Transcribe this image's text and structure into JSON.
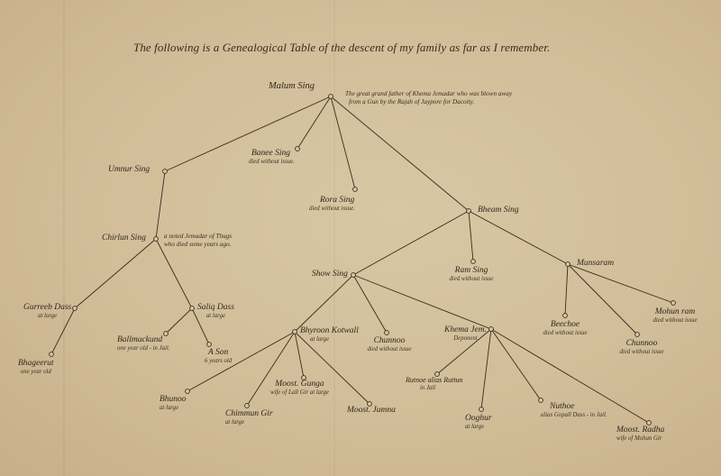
{
  "document": {
    "title": "The following is a Genealogical Table of the descent of my family as far as I remember.",
    "root_note": {
      "line1": "The great grand father of Khema Jemadar who was blown away",
      "line2": "from a Gun by the Rajah of Jaypore for Dacoity."
    },
    "colors": {
      "paper": "#d4c19c",
      "ink": "#3a2c1e"
    }
  },
  "people": {
    "malum": {
      "name": "Malum Sing",
      "note": ""
    },
    "banee": {
      "name": "Banee Sing",
      "note": "died without issue."
    },
    "umnur": {
      "name": "Umnur Sing",
      "note": ""
    },
    "rora": {
      "name": "Rora Sing",
      "note": "died without issue."
    },
    "bheam": {
      "name": "Bheam Sing",
      "note": ""
    },
    "chirlun": {
      "name": "Chirlun Sing",
      "note1": "a noted Jemadar of Thugs",
      "note2": "who died some years ago."
    },
    "ram": {
      "name": "Ram Sing",
      "note": "died without issue"
    },
    "show": {
      "name": "Show Sing",
      "note": ""
    },
    "munsaram": {
      "name": "Munsaram",
      "note": ""
    },
    "gurreeb": {
      "name": "Gurreeb Dass",
      "note": "at large"
    },
    "saliq": {
      "name": "Saliq Dass",
      "note": "at large"
    },
    "beechoe": {
      "name": "Beechoe",
      "note": "died without issue"
    },
    "mohun": {
      "name": "Mohun ram",
      "note": "died without issue"
    },
    "bhyroon": {
      "name": "Bhyroon Kotwall",
      "note": "at large"
    },
    "chunnoo1": {
      "name": "Chunnoo",
      "note": "died without issue"
    },
    "khema": {
      "name": "Khema Jem.",
      "note": "Deponent"
    },
    "chunnoo2": {
      "name": "Chunnoo",
      "note": "died without issue"
    },
    "ballmuckund": {
      "name": "Ballmuckund",
      "note": "one year old - in Jail."
    },
    "ason": {
      "name": "A Son",
      "note": "6 years old"
    },
    "bhageerut": {
      "name": "Bhageerut",
      "note": "one year old"
    },
    "rutnoe": {
      "name": "Rutnoe alias Ruttun",
      "note": "in Jail"
    },
    "gunga": {
      "name": "Moost. Gunga",
      "note": "wife of Lall Gir at large"
    },
    "jumna": {
      "name": "Moost. Jumna",
      "note": ""
    },
    "bhunoo": {
      "name": "Bhunoo",
      "note": "at large"
    },
    "chimmun": {
      "name": "Chimmun Gir",
      "note": "at large"
    },
    "ooghur": {
      "name": "Ooghur",
      "note": "at large"
    },
    "nuthoe": {
      "name": "Nuthoe",
      "note": "alias Gopall Dass - in Jail."
    },
    "radha": {
      "name": "Moost. Radha",
      "note": "wife of Mohun Gir"
    }
  }
}
